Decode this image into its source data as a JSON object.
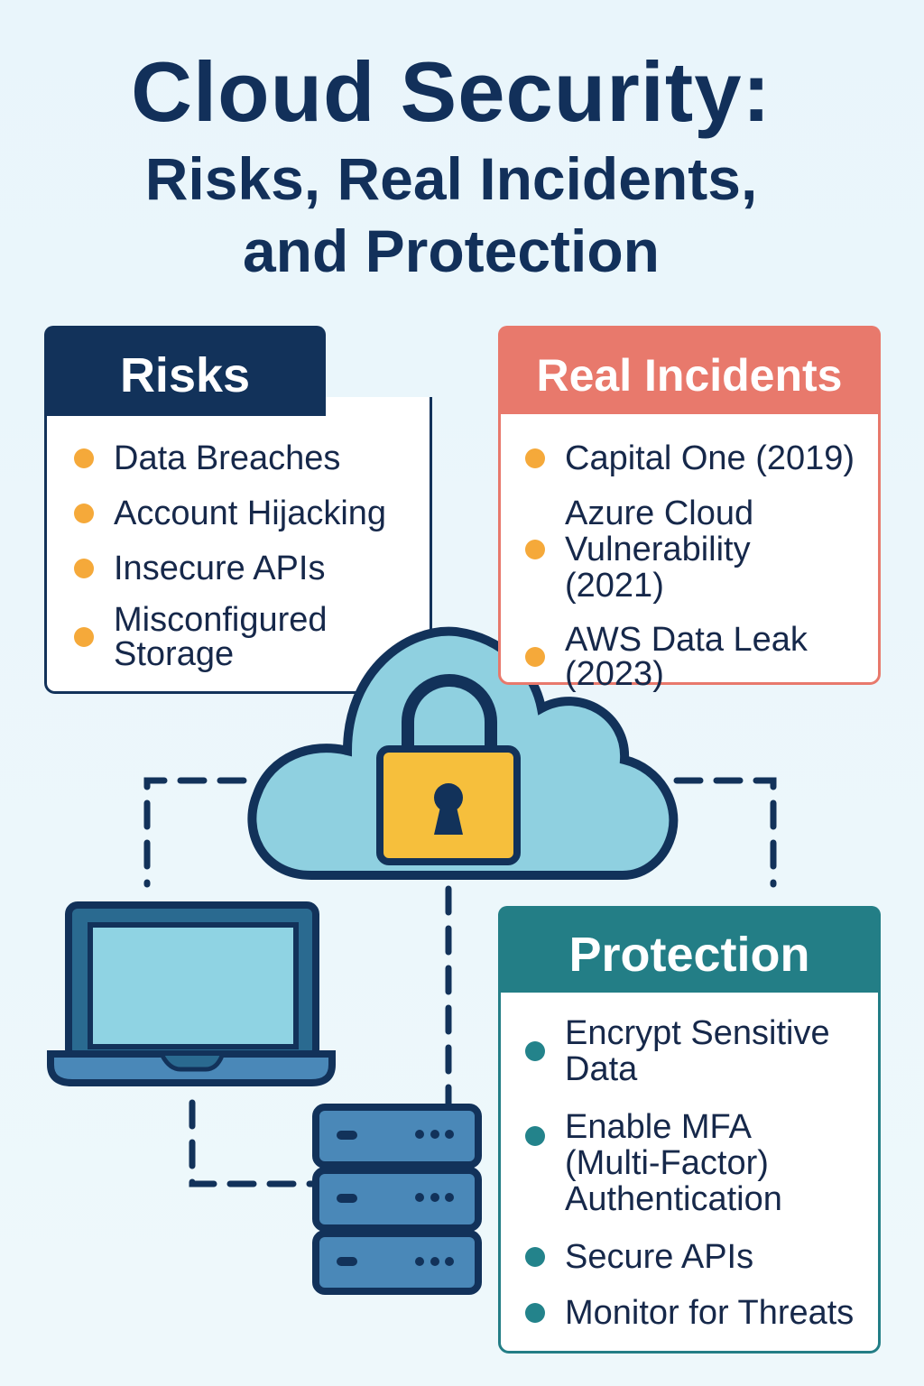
{
  "title": {
    "line1": "Cloud Security:",
    "line2": "Risks, Real Incidents,",
    "line3": "and Protection"
  },
  "risks": {
    "heading": "Risks",
    "items": [
      "Data Breaches",
      "Account Hijacking",
      "Insecure APIs",
      "Misconfigured Storage"
    ]
  },
  "incidents": {
    "heading": "Real Incidents",
    "items": [
      "Capital One (2019)",
      "Azure Cloud Vulnerability (2021)",
      "AWS Data Leak (2023)"
    ]
  },
  "protection": {
    "heading": "Protection",
    "items": [
      "Encrypt Sensitive Data",
      "Enable MFA (Multi-Factor) Authentication",
      "Secure APIs",
      "Monitor for Threats"
    ]
  },
  "colors": {
    "navy": "#12325a",
    "coral": "#e8796c",
    "teal": "#237e86",
    "orange": "#f5a93a",
    "cloud": "#8fd0e0",
    "lock": "#f6bf3c"
  }
}
